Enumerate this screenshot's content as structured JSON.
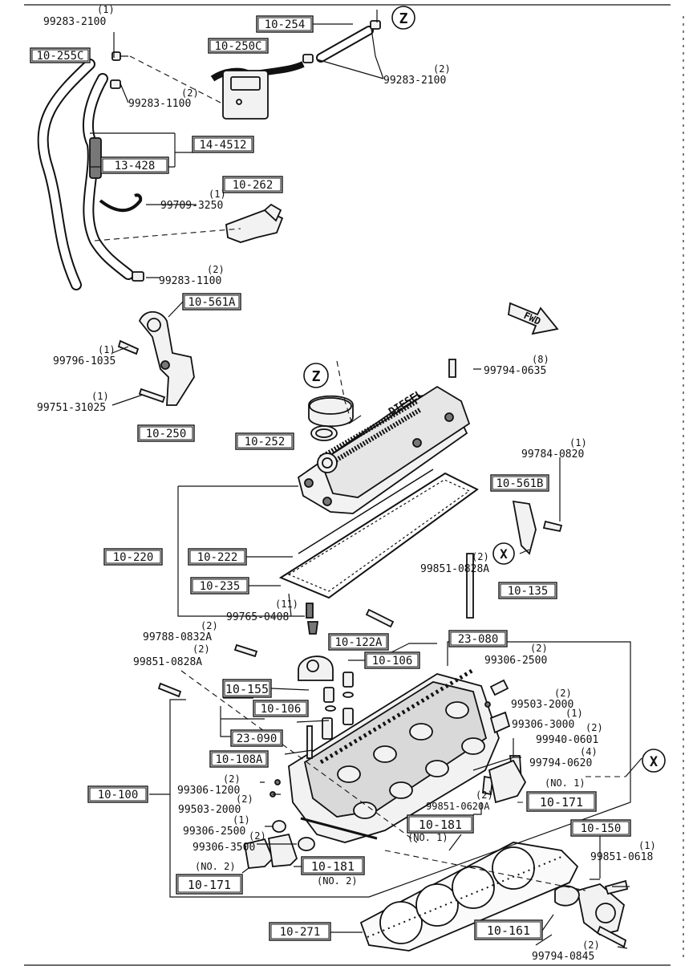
{
  "diagram": {
    "markers": {
      "z": "Z",
      "x": "X"
    },
    "fwd": "FWD",
    "cover_text": "DIESEL",
    "ref_labels": {
      "l_10_254": "10-254",
      "l_10_255c": "10-255C",
      "l_10_250c": "10-250C",
      "l_14_4512": "14-4512",
      "l_13_428": "13-428",
      "l_10_262": "10-262",
      "l_10_561a": "10-561A",
      "l_10_250": "10-250",
      "l_10_252": "10-252",
      "l_10_561b": "10-561B",
      "l_10_220": "10-220",
      "l_10_222": "10-222",
      "l_10_235": "10-235",
      "l_10_135": "10-135",
      "l_10_122a": "10-122A",
      "l_23_080": "23-080",
      "l_10_106a": "10-106",
      "l_10_155": "10-155",
      "l_10_106b": "10-106",
      "l_23_090": "23-090",
      "l_10_108a": "10-108A",
      "l_10_100": "10-100",
      "l_10_171r": "10-171",
      "l_10_181r": "10-181",
      "l_10_150": "10-150",
      "l_10_181l": "10-181",
      "l_10_171l": "10-171",
      "l_10_161": "10-161",
      "l_10_271": "10-271"
    },
    "part_numbers": {
      "p1": "99283-2100",
      "p2": "99283-2100",
      "p3": "99283-1100",
      "p4": "99709-3250",
      "p5": "99283-1100",
      "p6": "99796-1035",
      "p7": "99751-31025",
      "p8": "99794-0635",
      "p9": "99784-0820",
      "p10": "99851-0828A",
      "p11": "99765-0408",
      "p12": "99788-0832A",
      "p13": "99851-0828A",
      "p14": "99306-2500",
      "p15": "99503-2000",
      "p16": "99306-3000",
      "p17": "99940-0601",
      "p18": "99794-0620",
      "p19": "99306-1200",
      "p20": "99503-2000",
      "p21": "99306-2500",
      "p22": "99306-3500",
      "p23": "99851-0620A",
      "p24": "99851-0618",
      "p25": "99794-0845"
    },
    "quantities": {
      "q1": "(1)",
      "q2": "(2)",
      "q3": "(2)",
      "q4": "(1)",
      "q5": "(2)",
      "q6": "(1)",
      "q7": "(1)",
      "q8": "(8)",
      "q9": "(1)",
      "q10": "(2)",
      "q11": "(11)",
      "q12": "(2)",
      "q13": "(2)",
      "q14": "(2)",
      "q15": "(2)",
      "q16": "(1)",
      "q17": "(2)",
      "q18": "(4)",
      "q19": "(2)",
      "q20": "(2)",
      "q21": "(1)",
      "q22": "(2)",
      "q23": "(1)",
      "q24": "(2)"
    },
    "notes": {
      "no1_right": "(NO. 1)",
      "no1_mid": "(NO. 1)",
      "no2_a": "(NO. 2)",
      "no2_b": "(NO. 2)"
    }
  }
}
